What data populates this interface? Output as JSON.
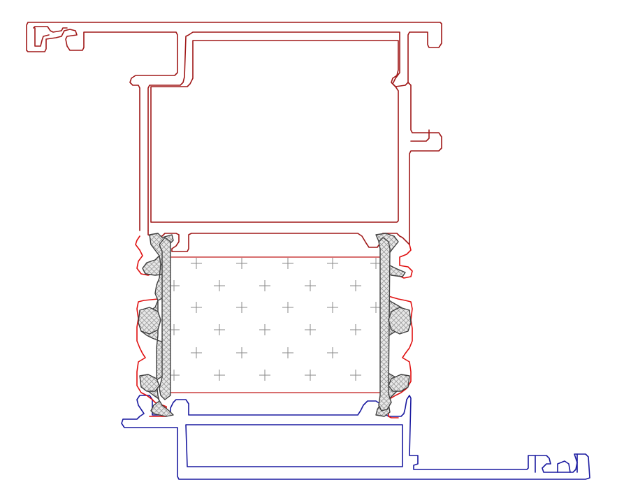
{
  "drawing": {
    "colors": {
      "background": "#ffffff",
      "upper_profile": "#a01818",
      "thermal_break_outline": "#e01010",
      "lower_profile": "#1a1aa0",
      "insulation_outline": "#c83030",
      "insulation_symbol": "#8a8a8a",
      "polyamide_hatch": "#9a9a9a",
      "polyamide_fill": "#e8e8e8",
      "polyamide_stroke": "#404040"
    },
    "components": [
      {
        "name": "upper-aluminium-profile",
        "color_key": "upper_profile"
      },
      {
        "name": "polyamide-thermal-break-strips",
        "color_key": "polyamide_stroke",
        "count": 2
      },
      {
        "name": "insulation-core",
        "color_key": "insulation_outline",
        "symbol": "cross-grid"
      },
      {
        "name": "lower-aluminium-profile",
        "color_key": "lower_profile"
      }
    ],
    "icons": [
      "insulation-cross-icon",
      "crosshatch-pattern-icon"
    ]
  }
}
